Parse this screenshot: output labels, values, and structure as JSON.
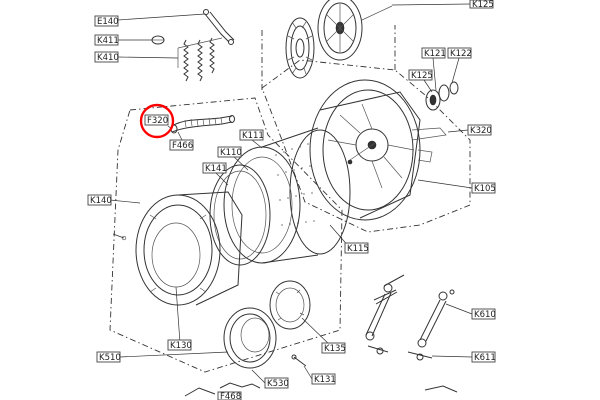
{
  "labels": {
    "E140": "E140",
    "K125": "K125",
    "K411": "K411",
    "K410": "K410",
    "K121": "K121",
    "K122": "K122",
    "K125b": "K125",
    "F320": "F320",
    "F466": "F466",
    "K111": "K111",
    "K110": "K110",
    "K141": "K141",
    "K320": "K320",
    "K140": "K140",
    "K105": "K105",
    "K115": "K115",
    "K130": "K130",
    "K135": "K135",
    "K610": "K610",
    "K510": "K510",
    "K131": "K131",
    "K530": "K530",
    "K611": "K611",
    "F468": "F468"
  },
  "highlight": {
    "target": "F320",
    "color": "#ff0000"
  }
}
